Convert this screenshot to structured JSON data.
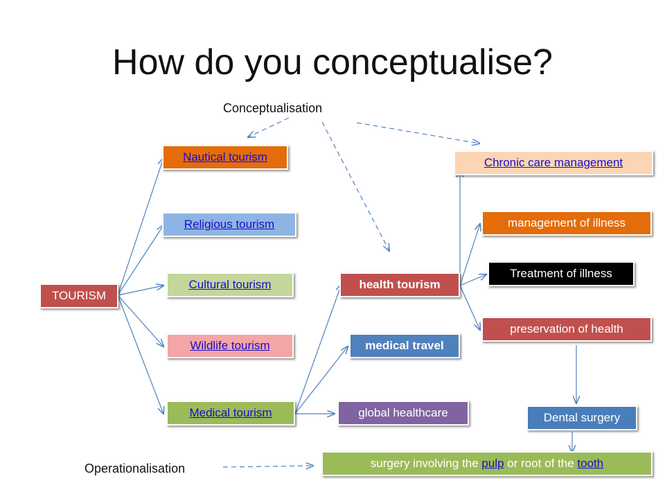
{
  "title": "How do you conceptualise?",
  "labels": {
    "conceptualisation": "Conceptualisation",
    "operationalisation": "Operationalisation"
  },
  "nodes": {
    "tourism": "TOURISM",
    "nautical": "Nautical tourism",
    "religious": "Religious tourism",
    "cultural": "Cultural tourism",
    "wildlife": "Wildlife tourism",
    "medical": "Medical tourism",
    "health": "health tourism",
    "medical_travel": "medical travel",
    "global": "global healthcare",
    "chronic": "Chronic care management",
    "mgmt": "management of illness",
    "treatment": "Treatment of illness",
    "preservation": "preservation of health",
    "dental": "Dental surgery",
    "surgery": {
      "part1": "surgery involving the ",
      "link1": "pulp",
      "part2": " or root of the ",
      "link2": "tooth"
    }
  },
  "colors": {
    "orange": "#e46c0a",
    "blue_light": "#8eb4e3",
    "green_light": "#c3d69b",
    "pink": "#f4a6a6",
    "green_mid": "#9bbb59",
    "red": "#c0504d",
    "steel_blue": "#4f81bd",
    "purple": "#8064a2",
    "peach": "#fcd5b5",
    "black": "#000000",
    "dental_blue": "#4a7ebb",
    "lime": "#9bbb59",
    "connector": "#4f81bd"
  }
}
